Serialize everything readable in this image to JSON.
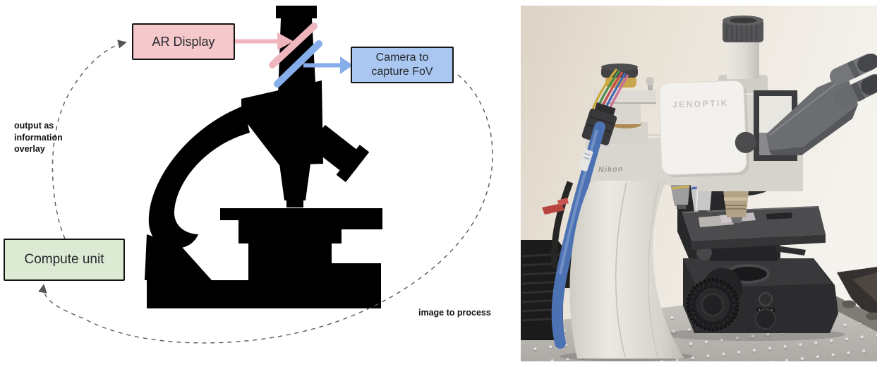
{
  "diagram": {
    "boxes": {
      "ar_display": {
        "label": "AR Display",
        "fill": "#f5c8cc"
      },
      "camera": {
        "label": "Camera to capture FoV",
        "fill": "#a9c7f1"
      },
      "compute": {
        "label": "Compute unit",
        "fill": "#dcead4"
      }
    },
    "annotations": {
      "output_overlay": "output as\ninformation\noverlay",
      "image_process": "image to process"
    },
    "colors": {
      "pink_arrow": "#efb6be",
      "blue_arrow": "#86aeea",
      "dashed_line": "#5a5a5a",
      "silhouette": "#000000"
    }
  },
  "photo": {
    "labels": {
      "module_brand": "JENOPTIK",
      "body_brand": "Nikon"
    },
    "colors": {
      "wall": "#ece5da",
      "body_cream": "#d9d6cf",
      "cable_blue": "#4d72b4",
      "table_gray": "#bfbcb7"
    }
  }
}
